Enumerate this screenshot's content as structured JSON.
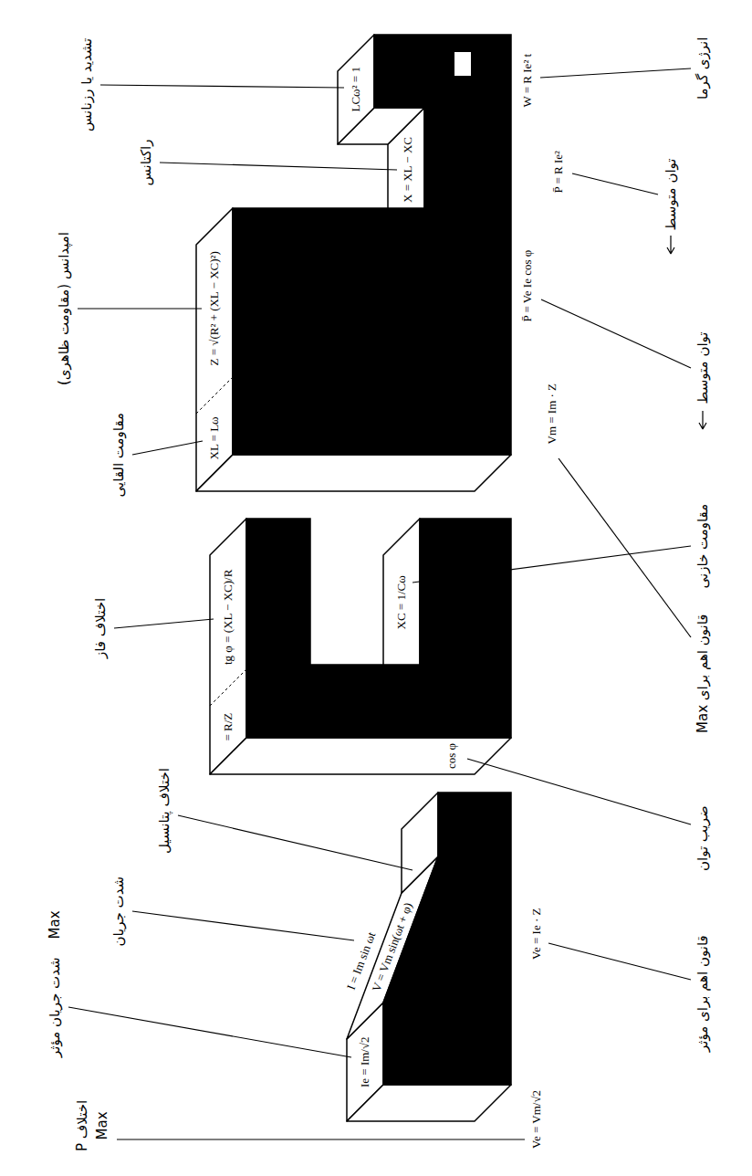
{
  "diagram": {
    "nodes": [
      {
        "text": [
          "XL = Lω",
          "Z = √(R² + (XL − XC)²)",
          "X = XL − XC",
          "LCω² = 1",
          "Vm = Im · Z",
          "P̄ = Ve Ie cos φ",
          "W = R Ie² t",
          "P̄ = R Ie²"
        ]
      },
      {
        "text": [
          "tg φ = (XL − XC)/R",
          "= R/Z",
          "cos φ",
          "XC = 1/Cω"
        ]
      },
      {
        "text": [
          "Ie = Im/√2",
          "I = Im sin ωt",
          "V = Vm sin(ωt + φ)",
          "Ve = Vm/√2",
          "Ve = Ie · Z"
        ]
      }
    ],
    "labels": [
      "مقاومت القایی",
      "امپدانس (مقاومت ظاهری)",
      "راکتانس",
      "تشدید یا رزنانس",
      "انرژی گرما",
      "توان متوسط",
      "توان متوسط",
      "قانون اهم برای Max",
      "اختلاف فاز",
      "مقاومت خازنی",
      "ضریب توان",
      "شدت جریان مؤثر",
      "Max",
      "شدت جریان",
      "اختلاف پتانسیل",
      "قانون اهم برای مؤثر",
      "اختلاف P",
      "Max"
    ]
  }
}
